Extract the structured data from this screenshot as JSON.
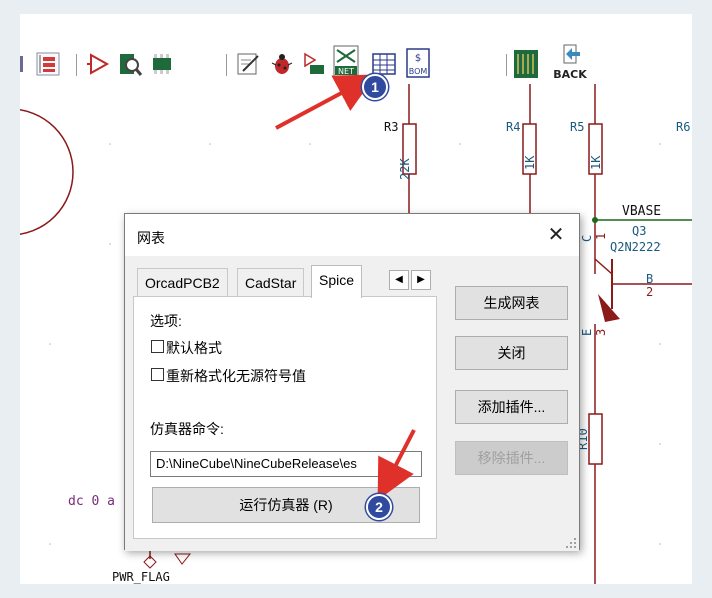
{
  "toolbar": {
    "buttons": [
      {
        "icon": "hierarchy-icon"
      },
      {
        "icon": "annotate-icon"
      },
      {
        "icon": "erc-icon"
      },
      {
        "icon": "footprint-assign-icon"
      },
      {
        "icon": "edit-fields-icon"
      },
      {
        "icon": "bug-icon"
      },
      {
        "icon": "sim-icon"
      },
      {
        "icon": "netlist-icon",
        "label": "NET"
      },
      {
        "icon": "table-icon"
      },
      {
        "icon": "bom-icon",
        "label": "BOM"
      },
      {
        "icon": "pcb-icon"
      },
      {
        "icon": "back-icon",
        "label": "BACK"
      }
    ]
  },
  "schematic": {
    "r3": "R3",
    "r4": "R4",
    "r5": "R5",
    "r6": "R6",
    "r3_value": "22K",
    "r4_value": "1K",
    "r5_value": "1K",
    "vbase": "VBASE",
    "q3": "Q3",
    "q3_part": "Q2N2222",
    "pin_b": "B",
    "pin_b_num": "2",
    "pin_c": "C",
    "pin_c_num": "1",
    "pin_e": "E",
    "pin_e_num": "3",
    "r10": "R10",
    "source": "dc 0 a",
    "pwr_flag": "PWR_FLAG"
  },
  "dialog": {
    "title": "网表",
    "close_glyph": "✕",
    "tabs": [
      "OrcadPCB2",
      "CadStar",
      "Spice"
    ],
    "active_tab": "Spice",
    "tab_prev": "◀",
    "tab_next": "▶",
    "options_label": "选项:",
    "checkbox_default_format": "默认格式",
    "checkbox_reformat": "重新格式化无源符号值",
    "sim_cmd_label": "仿真器命令:",
    "sim_cmd_value": "D:\\NineCube\\NineCubeRelease\\es",
    "run_button": "运行仿真器 (R)",
    "generate_button": "生成网表",
    "close_button": "关闭",
    "add_plugin_button": "添加插件...",
    "remove_plugin_button": "移除插件..."
  },
  "annotations": {
    "badge1": "1",
    "badge2": "2"
  },
  "colors": {
    "badge": "#2f4a9e",
    "arrow": "#e0302a",
    "wire": "#8b1a1a",
    "label": "#1a5a80"
  }
}
